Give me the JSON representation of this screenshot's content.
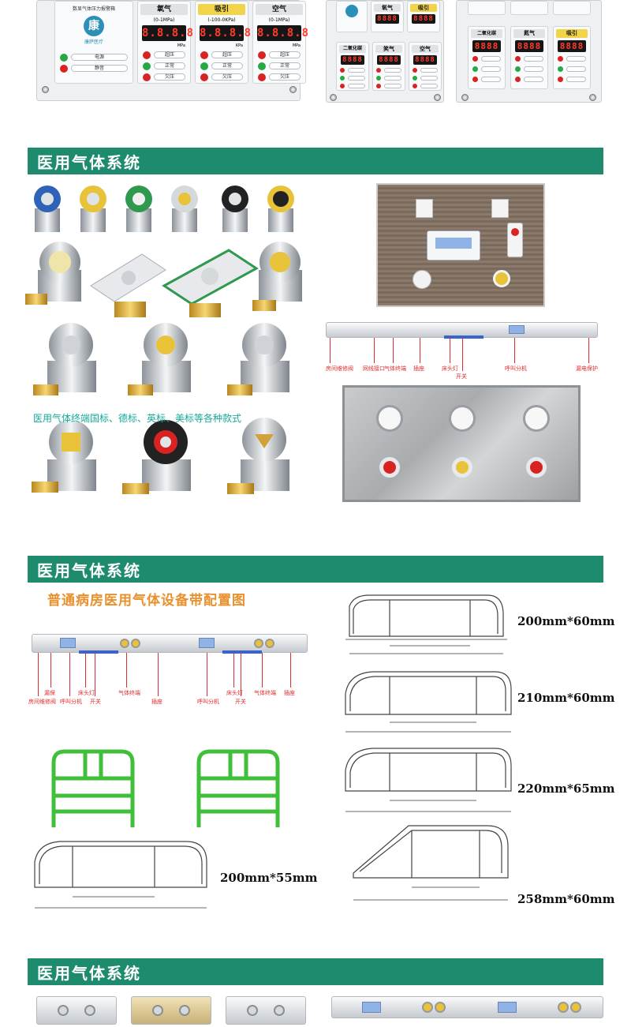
{
  "top_panels": {
    "left_panel": {
      "logo_caption": "数显气体压力报警箱",
      "brand": "康萨医疗",
      "side_buttons": [
        "电源",
        "静音"
      ],
      "units": [
        {
          "name": "氧气",
          "range": "(0-1MPa)",
          "unit": "MPa",
          "reading": "8.8.8.8",
          "states": [
            "超压",
            "正常",
            "欠压"
          ],
          "head_color": "#dfe3e6"
        },
        {
          "name": "吸引",
          "range": "(-100-0KPa)",
          "unit": "KPa",
          "reading": "8.8.8.8",
          "states": [
            "超压",
            "正常",
            "欠压"
          ],
          "head_color": "#f2d44a"
        },
        {
          "name": "空气",
          "range": "(0-1MPa)",
          "unit": "MPa",
          "reading": "8.8.8.8",
          "states": [
            "超压",
            "正常",
            "欠压"
          ],
          "head_color": "#dfe3e6"
        }
      ]
    },
    "middle_panel": {
      "units": [
        {
          "name": "氧气",
          "reading": "8888",
          "head_color": "#dfe3e6"
        },
        {
          "name": "吸引",
          "reading": "8888",
          "head_color": "#f2d44a"
        },
        {
          "name": "二氧化碳",
          "reading": "8888",
          "head_color": "#dfe3e6"
        },
        {
          "name": "笑气",
          "reading": "8888",
          "head_color": "#dfe3e6"
        },
        {
          "name": "空气",
          "reading": "8888",
          "head_color": "#dfe3e6"
        }
      ]
    },
    "right_panel": {
      "units": [
        {
          "name": "二氧化碳",
          "reading": "8888",
          "head_color": "#dfe3e6"
        },
        {
          "name": "氮气",
          "reading": "8888",
          "head_color": "#dfe3e6"
        },
        {
          "name": "吸引",
          "reading": "8888",
          "head_color": "#f2d44a"
        }
      ]
    }
  },
  "section_title": "医用气体系统",
  "terminals": {
    "caption": "医用气体终端国标、德标、英标、美标等各种款式"
  },
  "wall_panel": {
    "rail_labels": [
      "房间维修阀",
      "网线接口",
      "气体终端",
      "插座",
      "床头灯",
      "开关",
      "呼叫分机",
      "漏电保护"
    ]
  },
  "ward_config": {
    "subtitle": "普通病房医用气体设备带配置图",
    "callouts": [
      "房间维修阀",
      "漏保",
      "呼叫分机",
      "床头灯",
      "开关",
      "气体终端",
      "插座",
      "呼叫分机",
      "床头灯",
      "开关",
      "气体终端",
      "插座"
    ],
    "profiles": [
      {
        "label": "200mm*60mm"
      },
      {
        "label": "210mm*60mm"
      },
      {
        "label": "220mm*65mm"
      },
      {
        "label": "200mm*55mm"
      },
      {
        "label": "258mm*60mm"
      }
    ]
  },
  "colors": {
    "section_bar": "#1f8b6e",
    "subtitle": "#e8912c",
    "caption": "#17a89a",
    "callout": "#e22b2b",
    "bed_frame": "#3fbf3a"
  }
}
